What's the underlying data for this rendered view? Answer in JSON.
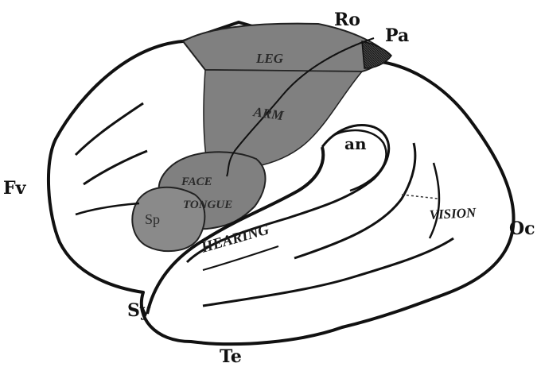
{
  "outer_labels": {
    "ro": "Ro",
    "pa": "Pa",
    "fv": "Fv",
    "oc": "Oc",
    "sy": "Sy",
    "te": "Te",
    "an": "an"
  },
  "regions": {
    "leg": "LEG",
    "arm": "ARM",
    "face": "FACE",
    "tongue": "TONGUE",
    "sp": "Sp",
    "hearing": "HEARING",
    "vision": "VISION"
  },
  "colors": {
    "ink": "#111111",
    "motor_fill": "#8c8c8c",
    "face_fill": "#7e7e7e",
    "sp_fill": "#858585",
    "paper": "#ffffff"
  }
}
